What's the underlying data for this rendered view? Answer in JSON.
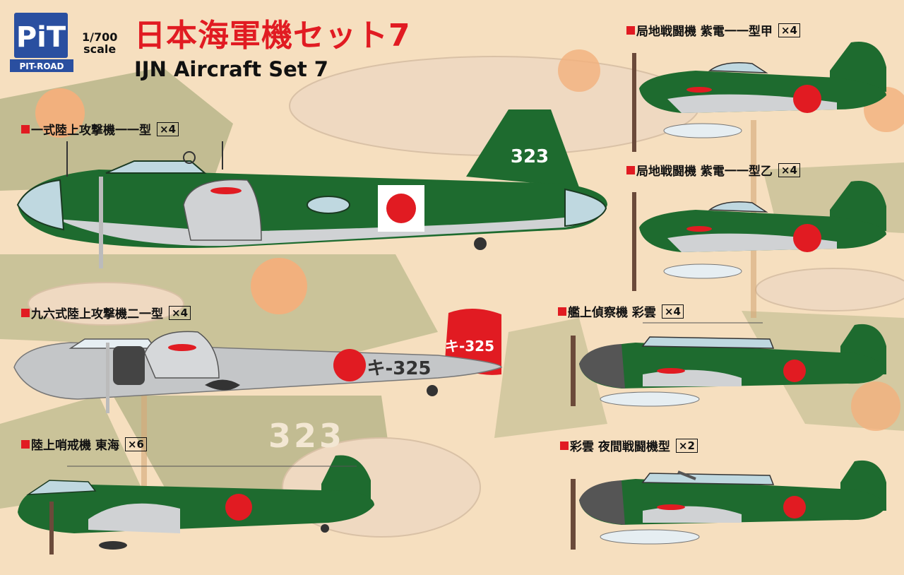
{
  "brand": {
    "logo_text": "PIT-ROAD",
    "mark": "PiT"
  },
  "scale": {
    "line1": "1/700",
    "line2": "scale"
  },
  "title": {
    "jp": "日本海軍機セット7",
    "en": "IJN Aircraft Set 7"
  },
  "colors": {
    "accent_red": "#e11b22",
    "ijn_green": "#1e6b2f",
    "grey": "#d0d2d4",
    "hinomaru": "#e11b22",
    "background": "#f6dfbf"
  },
  "aircraft": [
    {
      "name": "一式陸上攻撃機一一型",
      "qty": "×4",
      "tail_code": "323"
    },
    {
      "name": "九六式陸上攻撃機二一型",
      "qty": "×4",
      "tail_code": "キ-325",
      "fuselage_code": "キ-325"
    },
    {
      "name": "陸上哨戒機 東海",
      "qty": "×6"
    },
    {
      "name": "局地戦闘機 紫電一一型甲",
      "qty": "×4"
    },
    {
      "name": "局地戦闘機 紫電一一型乙",
      "qty": "×4"
    },
    {
      "name": "艦上偵察機 彩雲",
      "qty": "×4"
    },
    {
      "name": "彩雲 夜間戦闘機型",
      "qty": "×2"
    }
  ],
  "background_code": "323"
}
